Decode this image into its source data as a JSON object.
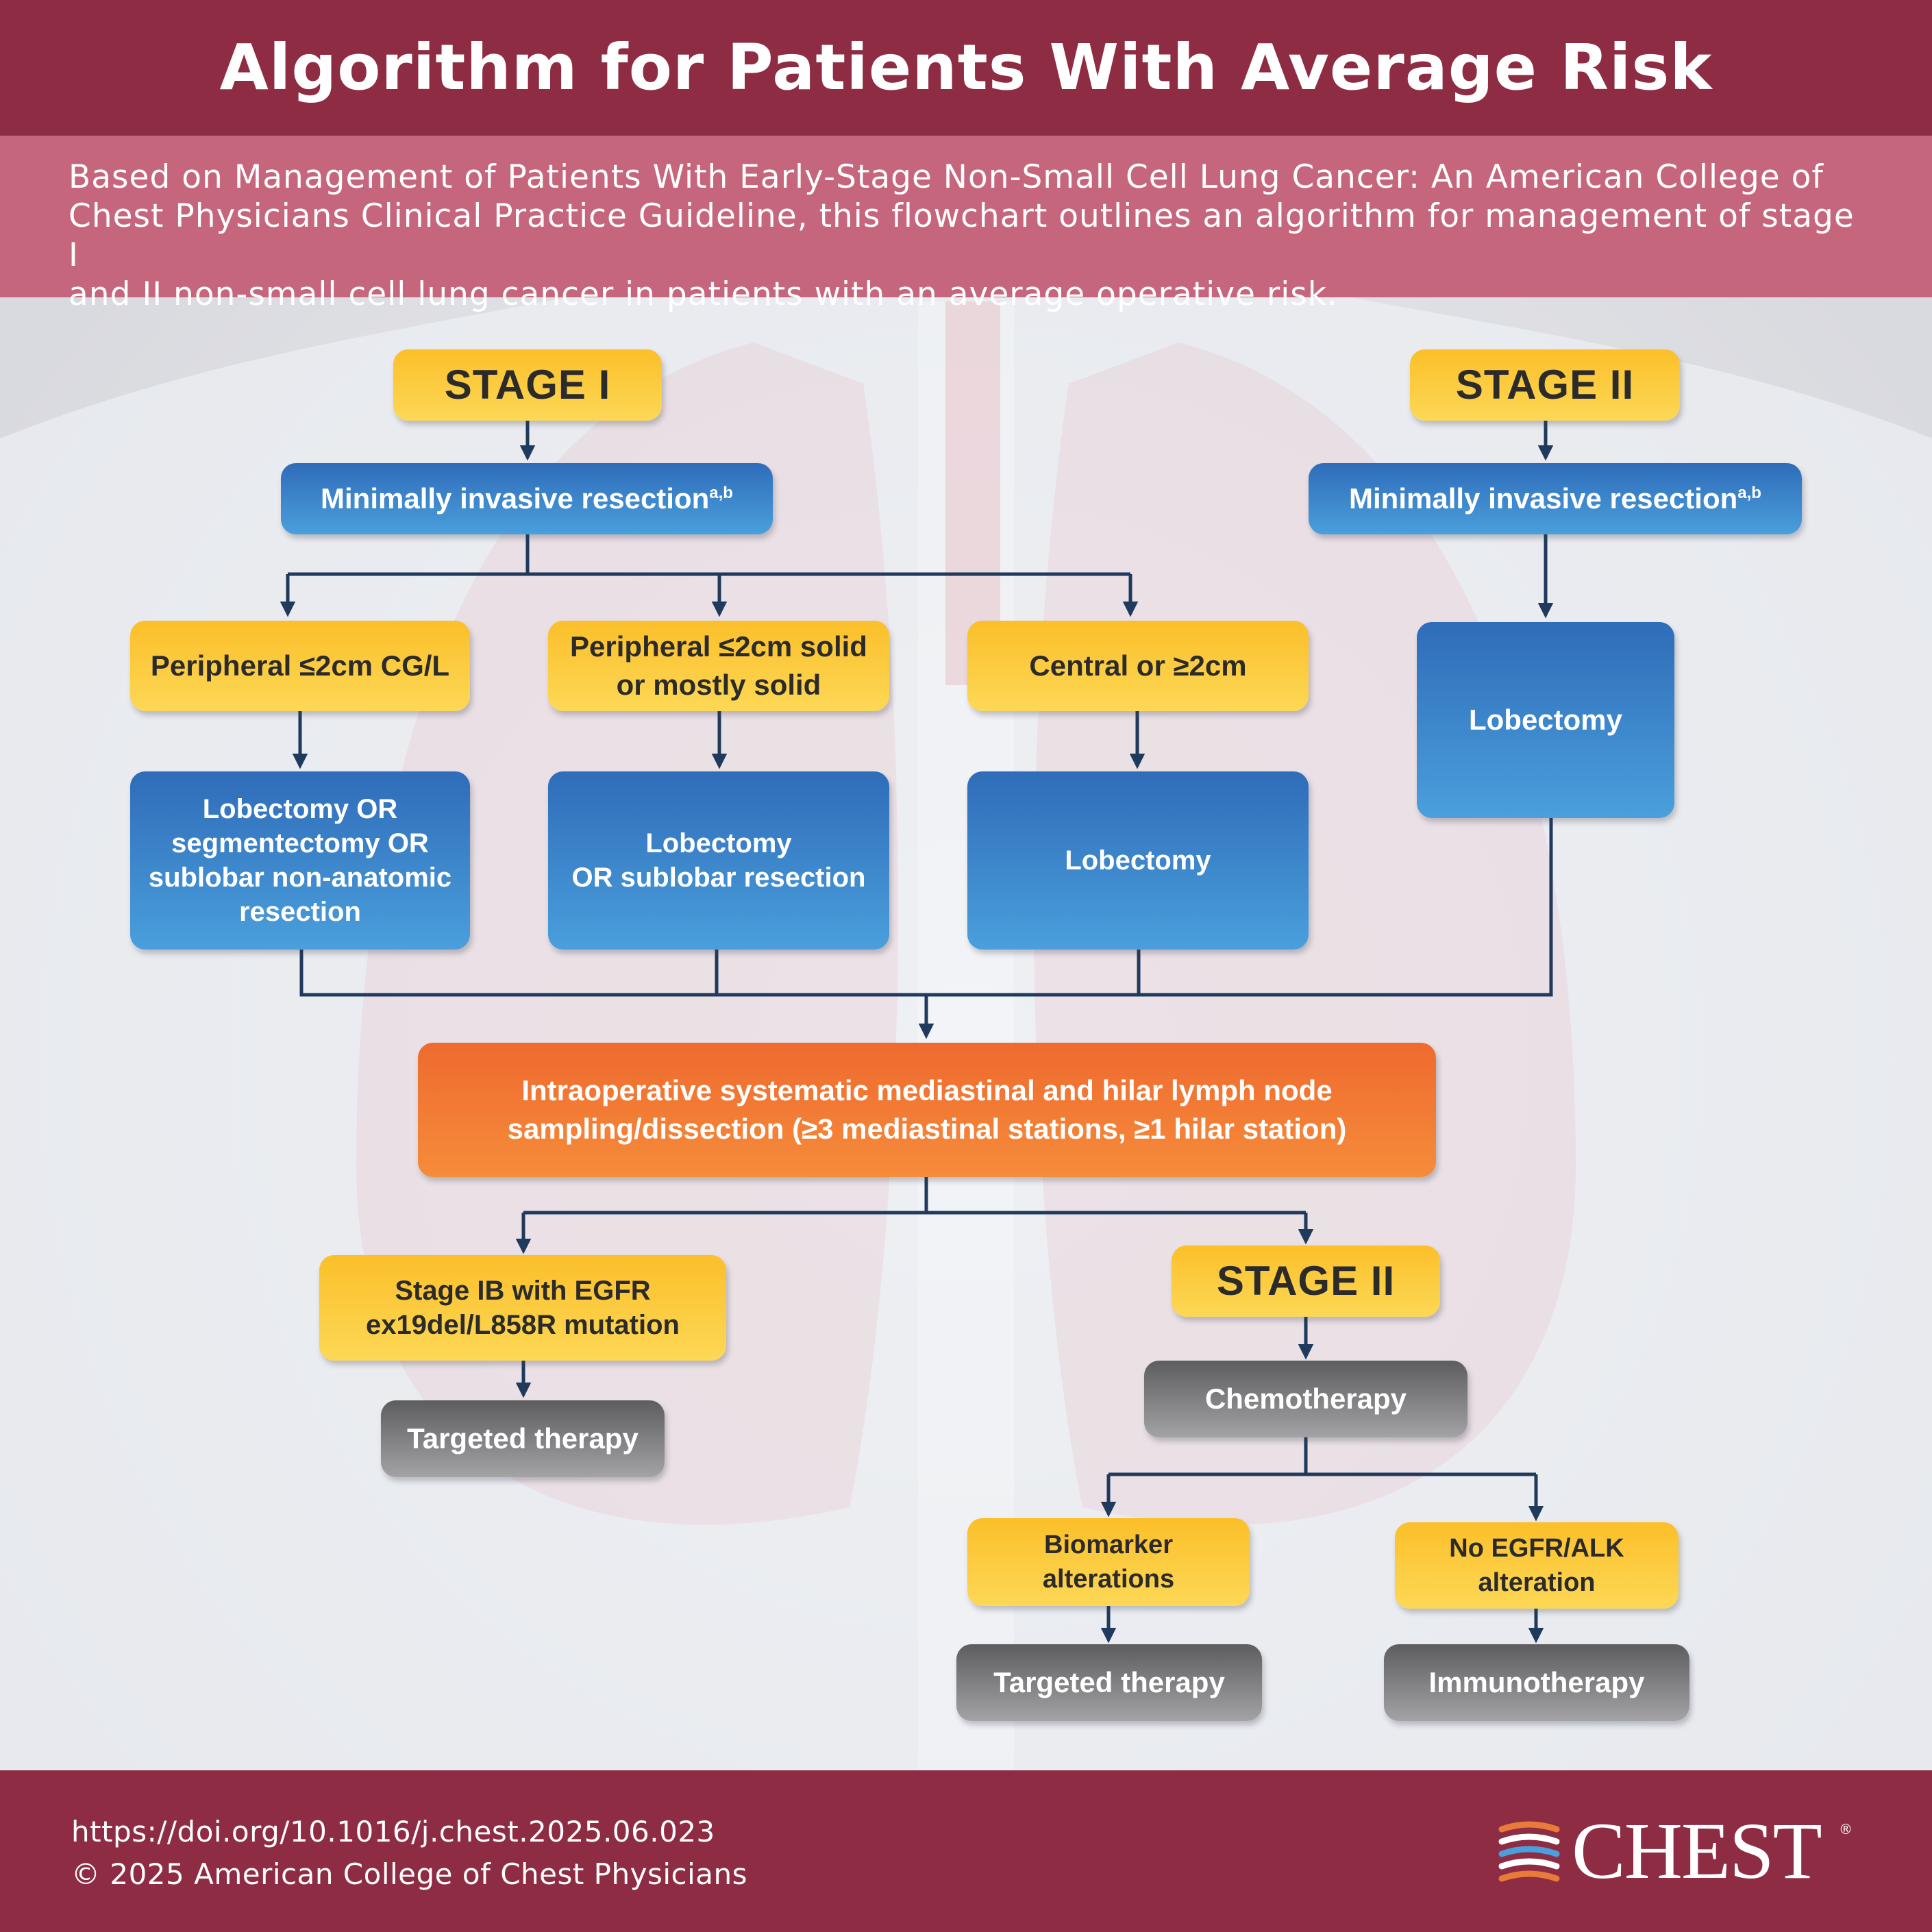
{
  "title": "Algorithm for Patients With Average Risk",
  "intro": {
    "line1": "Based on Management of Patients With Early-Stage Non-Small Cell Lung Cancer: An American College of",
    "line2": "Chest Physicians Clinical Practice Guideline, this flowchart outlines an algorithm for management of stage I",
    "line3": "and II non-small cell lung cancer in patients with an average operative risk."
  },
  "stage1": {
    "label": "STAGE I",
    "resection": "Minimally invasive resection",
    "resection_sup": "a,b",
    "branches": [
      {
        "condition": "Peripheral ≤2cm CG/L",
        "procedure_lines": [
          "Lobectomy OR",
          "segmentectomy OR",
          "sublobar non-anatomic",
          "resection"
        ]
      },
      {
        "condition_lines": [
          "Peripheral ≤2cm solid",
          "or mostly solid"
        ],
        "procedure_lines": [
          "Lobectomy",
          "OR sublobar resection"
        ]
      },
      {
        "condition": "Central or ≥2cm",
        "procedure": "Lobectomy"
      }
    ]
  },
  "stage2": {
    "label": "STAGE II",
    "resection": "Minimally invasive resection",
    "resection_sup": "a,b",
    "procedure": "Lobectomy"
  },
  "lymph_node": {
    "line1": "Intraoperative systematic mediastinal and hilar lymph node",
    "line2": "sampling/dissection (≥3 mediastinal stations, ≥1 hilar station)"
  },
  "post_op": {
    "stage_ib": {
      "line1": "Stage IB with EGFR",
      "line2": "ex19del/L858R mutation",
      "therapy": "Targeted therapy"
    },
    "stage_ii": {
      "label": "STAGE II",
      "chemo": "Chemotherapy",
      "biomarker": {
        "line1": "Biomarker",
        "line2": "alterations",
        "therapy": "Targeted therapy"
      },
      "no_alteration": {
        "line1": "No EGFR/ALK",
        "line2": "alteration",
        "therapy": "Immunotherapy"
      }
    }
  },
  "footer": {
    "doi": "https://doi.org/10.1016/j.chest.2025.06.023",
    "copyright": "© 2025 American College of Chest Physicians",
    "logo": "CHEST",
    "logo_mark": "®"
  },
  "colors": {
    "banner": "#8e2c43",
    "intro_band": "#c6667c",
    "stage_yellow": "#fbbf2a",
    "procedure_blue": "#2f6cb9",
    "lymph_orange": "#ef6a2f",
    "therapy_gray": "#5d5d5f",
    "connector": "#1f3a5c"
  }
}
